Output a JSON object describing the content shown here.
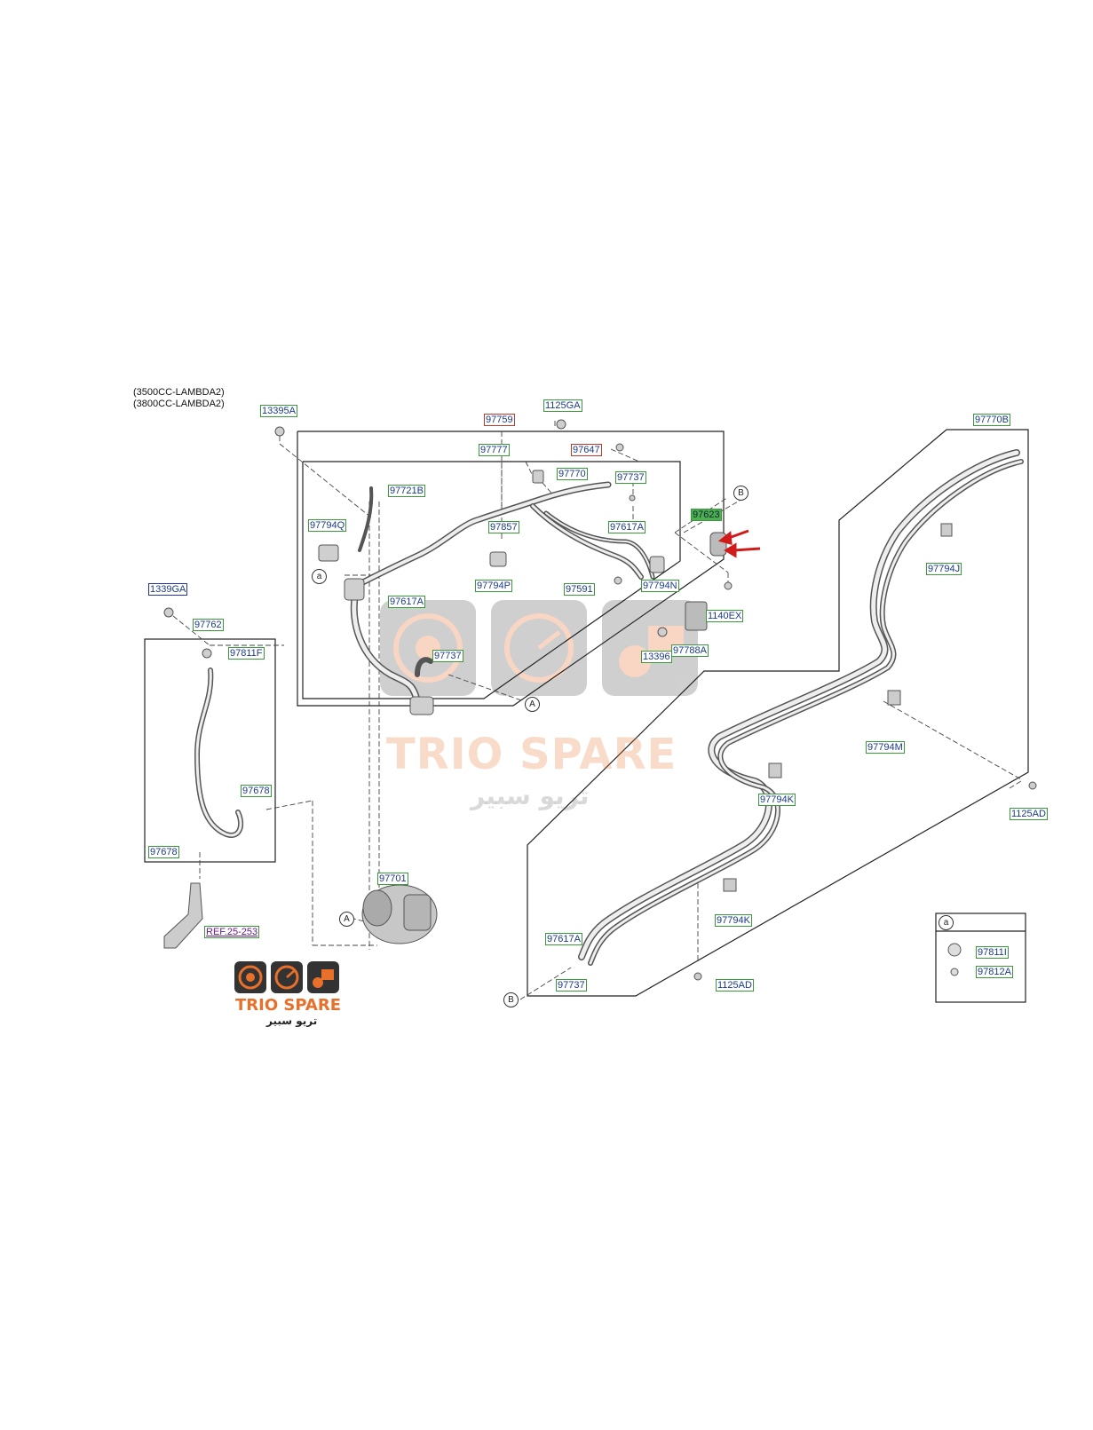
{
  "notes": {
    "line1": "(3500CC-LAMBDA2)",
    "line2": "(3800CC-LAMBDA2)"
  },
  "labels": {
    "p13395A": "13395A",
    "p1125GA": "1125GA",
    "p97759": "97759",
    "p97777": "97777",
    "p97647": "97647",
    "p97770": "97770",
    "p97737_top": "97737",
    "p97721B": "97721B",
    "p97794Q": "97794Q",
    "p97857": "97857",
    "p97617A_top": "97617A",
    "p97623": "97623",
    "p97794P": "97794P",
    "p97591": "97591",
    "p97794N": "97794N",
    "p97617A_mid": "97617A",
    "p1140EX": "1140EX",
    "p13396": "13396",
    "p97788A": "97788A",
    "p97737_mid": "97737",
    "p1339GA": "1339GA",
    "p97762": "97762",
    "p97811F": "97811F",
    "p97678_a": "97678",
    "p97678_b": "97678",
    "pREF": "REF.25-253",
    "p97701": "97701",
    "p97770B": "97770B",
    "p97794J": "97794J",
    "p97794M": "97794M",
    "p97794K_a": "97794K",
    "p1125AD_r": "1125AD",
    "p97794K_b": "97794K",
    "p97617A_bot": "97617A",
    "p97737_bot": "97737",
    "p1125AD_b": "1125AD",
    "p97811I": "97811I",
    "p97812A": "97812A"
  },
  "refs": {
    "a": "a",
    "A": "A",
    "B": "B"
  },
  "watermark": {
    "name": "TRIO SPARE",
    "arabic": "تريو سبير",
    "accent": "#e8702a",
    "dark": "#333333"
  },
  "logo": {
    "name": "TRIO SPARE",
    "arabic": "تريو سبير"
  },
  "colors": {
    "label_border_green": "#3a9a3a",
    "label_border_red": "#c0392b",
    "label_border_blue": "#2233aa",
    "highlight": "#4caf50",
    "arrow": "#d11a1a"
  }
}
